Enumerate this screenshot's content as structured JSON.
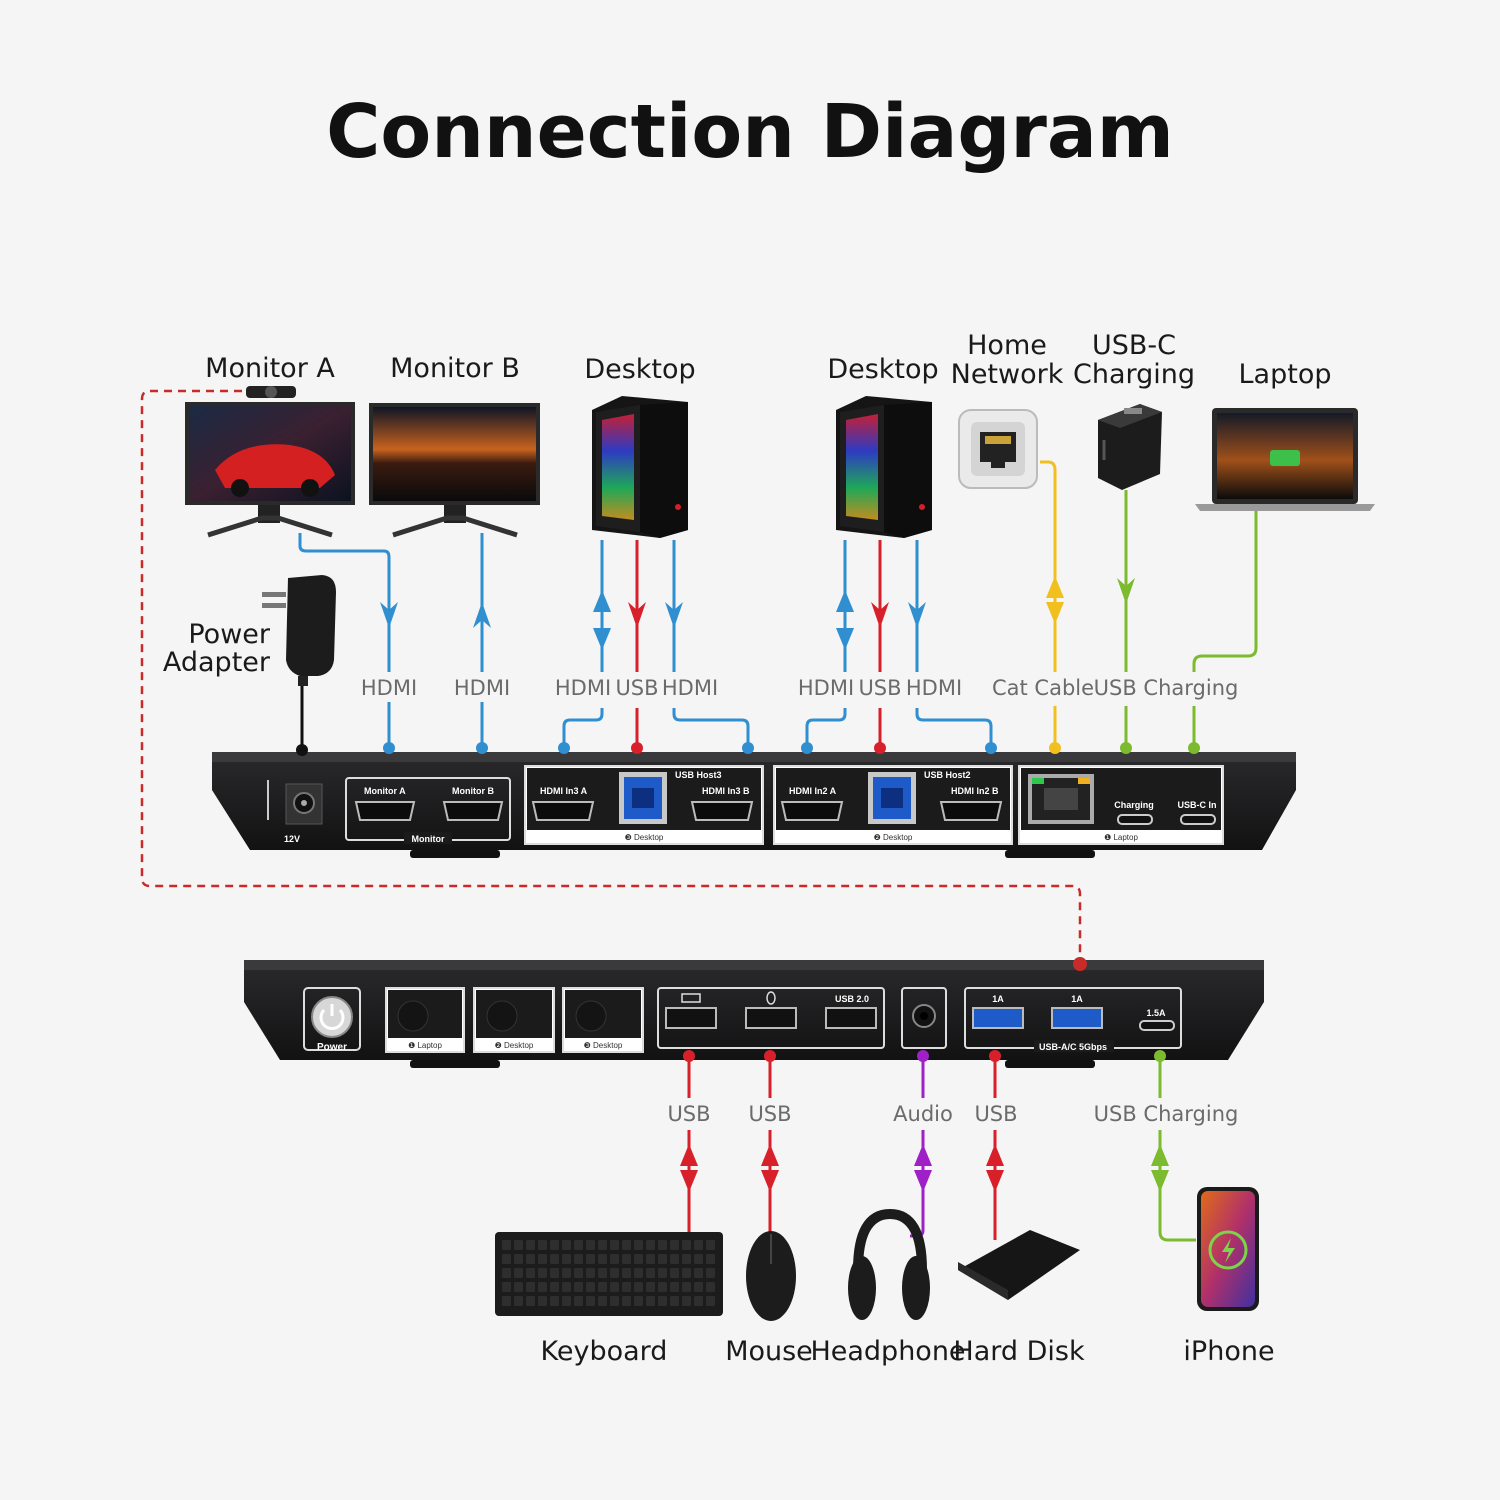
{
  "title": "Connection Diagram",
  "colors": {
    "hdmi": "#2f8fd0",
    "usb": "#d8202a",
    "network": "#f2c01e",
    "charging": "#7cba2f",
    "audio": "#a020c8",
    "link": "#c92a2a",
    "power": "#111111"
  },
  "devices_top": {
    "monitor_a": "Monitor A",
    "monitor_b": "Monitor B",
    "desktop_3": "Desktop",
    "desktop_2": "Desktop",
    "home_network_line1": "Home",
    "home_network_line2": "Network",
    "usbc_charging_line1": "USB-C",
    "usbc_charging_line2": "Charging",
    "laptop": "Laptop",
    "power_line1": "Power",
    "power_line2": "Adapter"
  },
  "cables_top": {
    "c1": "HDMI",
    "c2": "HDMI",
    "c3": "HDMI",
    "c4": "USB",
    "c5": "HDMI",
    "c6": "HDMI",
    "c7": "USB",
    "c8": "HDMI",
    "c9": "Cat Cable",
    "c10": "USB Charging"
  },
  "rear_panel": {
    "power_in": "12V",
    "monitor_a": "Monitor A",
    "monitor_b": "Monitor B",
    "monitor_group": "Monitor",
    "host3_usb": "USB Host3",
    "hdmi_in3a": "HDMI In3 A",
    "hdmi_in3b": "HDMI In3 B",
    "group3": "❸ Desktop",
    "host2_usb": "USB Host2",
    "hdmi_in2a": "HDMI In2 A",
    "hdmi_in2b": "HDMI In2 B",
    "group2": "❷ Desktop",
    "charging": "Charging",
    "usbc_in": "USB-C In",
    "group1": "❶ Laptop"
  },
  "front_panel": {
    "power": "Power",
    "btn1": "❶ Laptop",
    "btn2": "❷ Desktop",
    "btn3": "❸ Desktop",
    "usb20": "USB 2.0",
    "p1a": "1A",
    "p1a_2": "1A",
    "p15a": "1.5A",
    "usb_group": "USB-A/C 5Gbps"
  },
  "cables_bottom": {
    "b1": "USB",
    "b2": "USB",
    "b3": "Audio",
    "b4": "USB",
    "b5": "USB Charging"
  },
  "devices_bottom": {
    "keyboard": "Keyboard",
    "mouse": "Mouse",
    "headphone": "Headphone",
    "hard_disk": "Hard Disk",
    "iphone": "iPhone"
  }
}
